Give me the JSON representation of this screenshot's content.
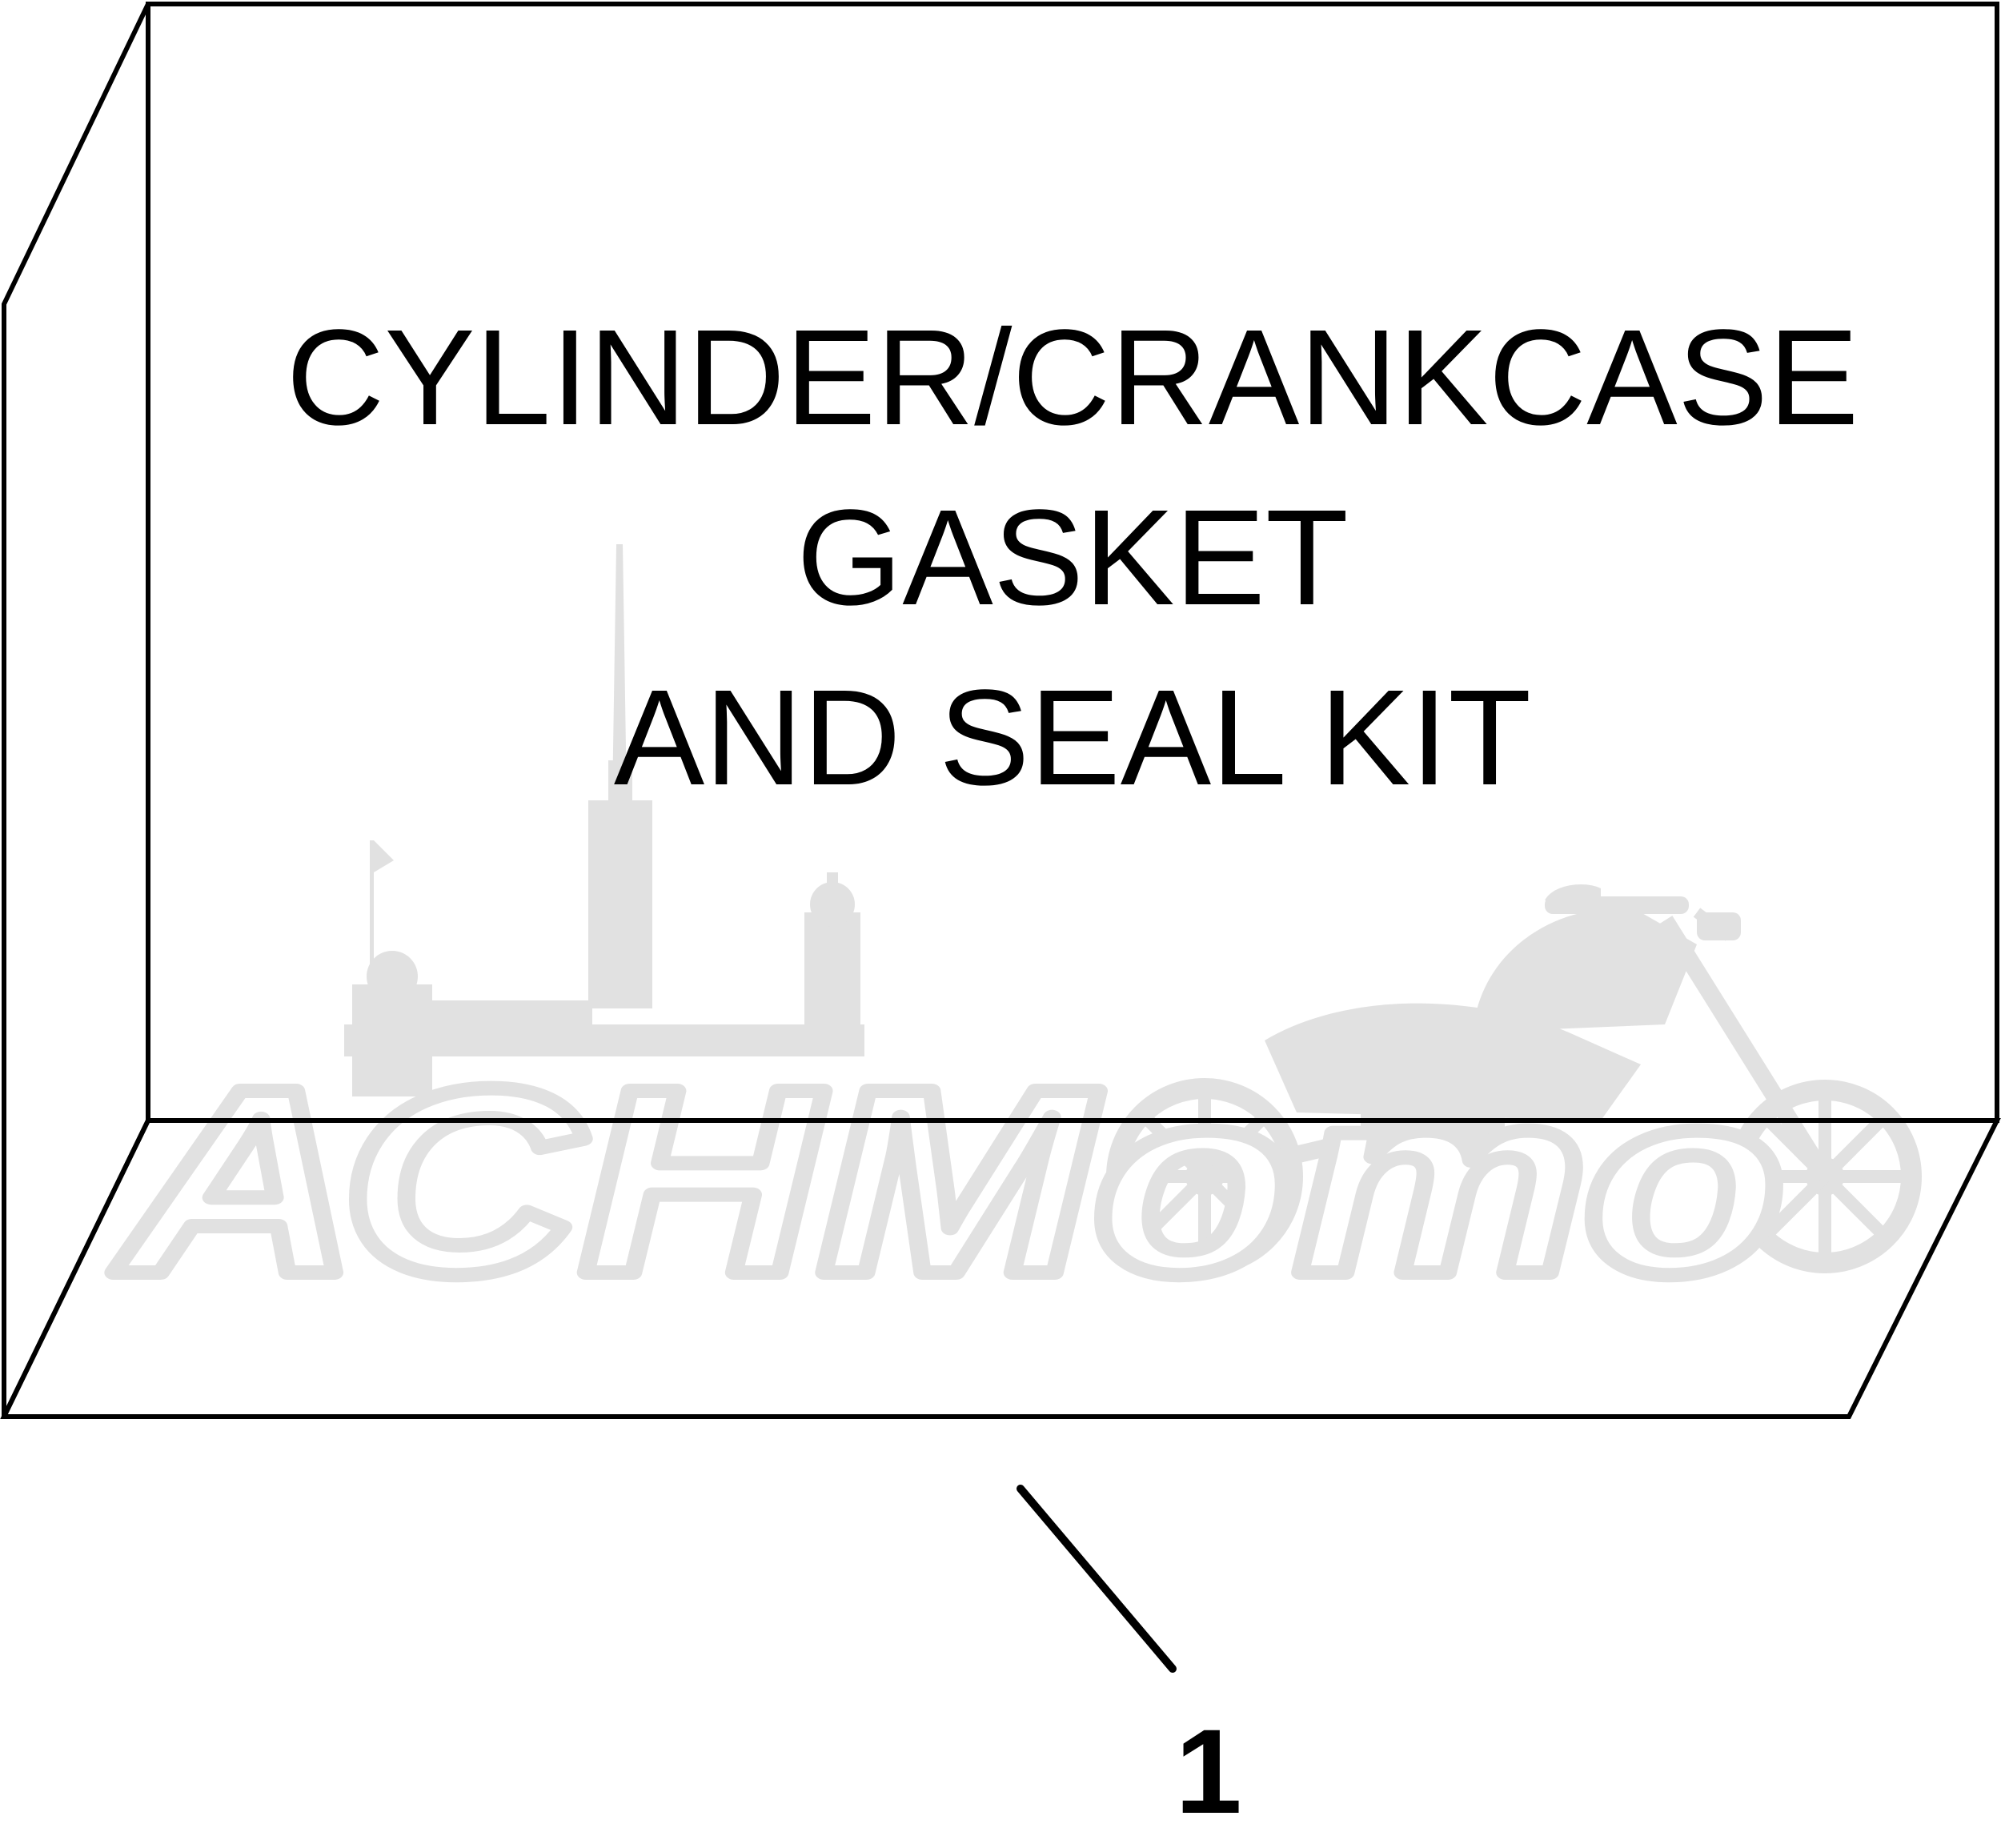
{
  "diagram": {
    "kit_label_lines": [
      "CYLINDER/CRANKCASE",
      "GASKET",
      "AND SEAL KIT"
    ],
    "callout": "1"
  },
  "watermark": {
    "brand": "АСНМото"
  },
  "colors": {
    "line": "#000000",
    "watermark": "#dcdcdc",
    "background": "#ffffff"
  }
}
